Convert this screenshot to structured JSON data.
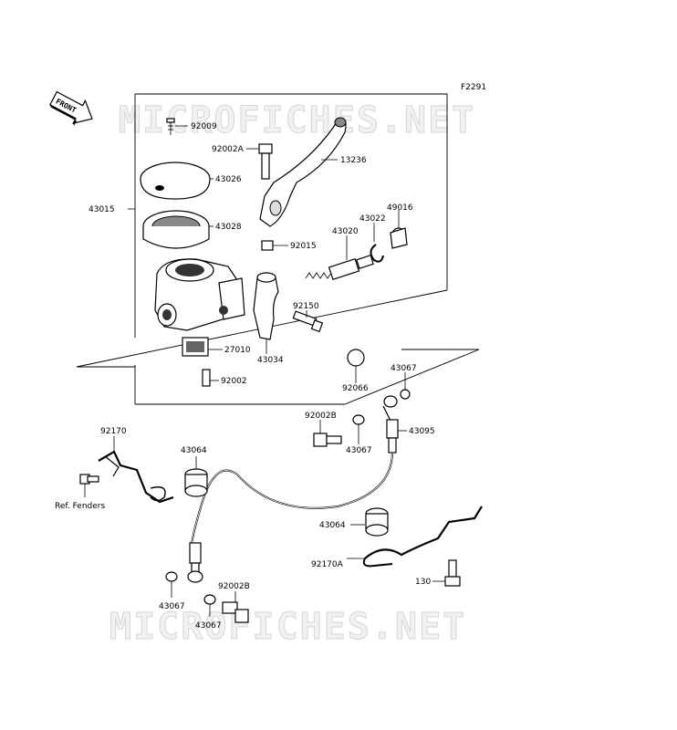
{
  "figure_code": "F2291",
  "front_label": "FRONT",
  "watermark": "MICROFICHES.NET",
  "labels": {
    "p92009": "92009",
    "p92002A": "92002A",
    "p13236": "13236",
    "p43026": "43026",
    "p43015": "43015",
    "p43028": "43028",
    "p49016": "49016",
    "p43022": "43022",
    "p43020": "43020",
    "p92015": "92015",
    "p92150": "92150",
    "p27010": "27010",
    "p43034": "43034",
    "p92002": "92002",
    "p92066": "92066",
    "p43067a": "43067",
    "p92002B_a": "92002B",
    "p43095": "43095",
    "p43067b": "43067",
    "p92170": "92170",
    "p43064a": "43064",
    "ref_fenders": "Ref. Fenders",
    "p43064b": "43064",
    "p92170A": "92170A",
    "p130": "130",
    "p43067c": "43067",
    "p92002B_b": "92002B",
    "p43067d": "43067"
  }
}
